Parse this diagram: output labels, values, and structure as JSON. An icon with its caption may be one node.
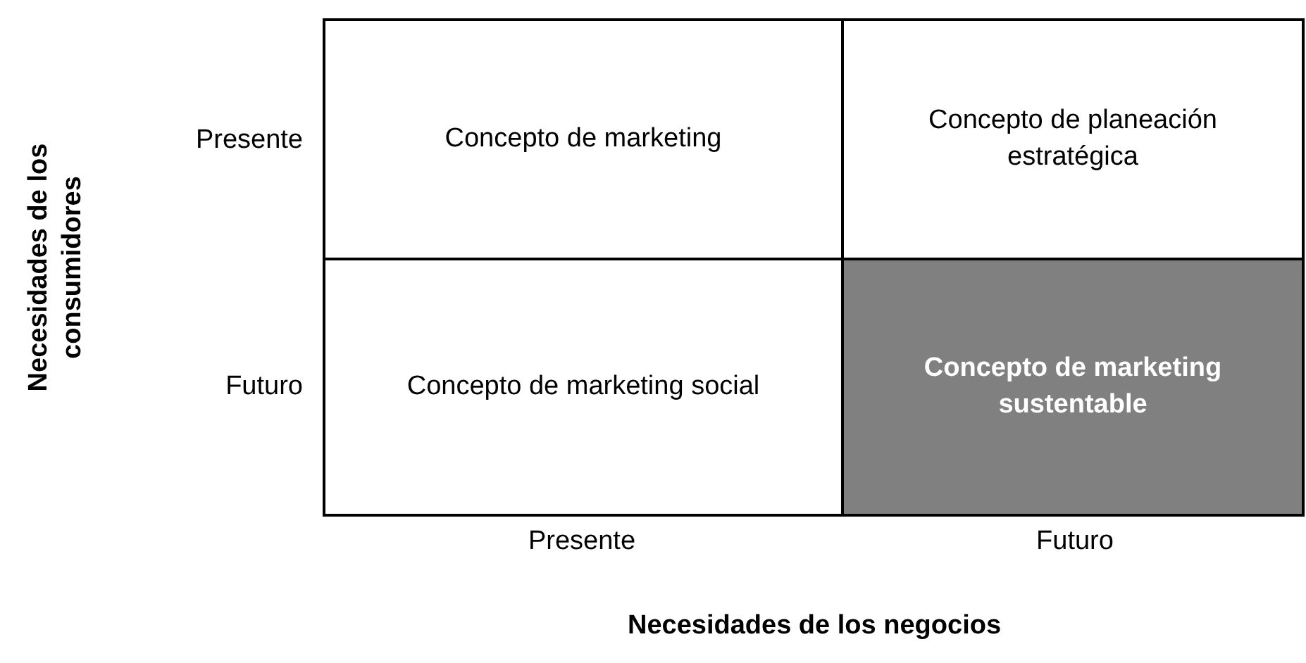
{
  "diagram": {
    "nodes": [
      {
        "text": [
          "Concepto de marketing"
        ]
      },
      {
        "text": [
          "Concepto de planeación estratégica"
        ]
      },
      {
        "text": [
          "Concepto de marketing social"
        ]
      },
      {
        "text": [
          "Concepto de marketing sustentable"
        ]
      }
    ],
    "labels": [
      "Necesidades de los consumidores",
      "Presente",
      "Futuro",
      "Presente",
      "Futuro",
      "Necesidades de los negocios"
    ]
  }
}
